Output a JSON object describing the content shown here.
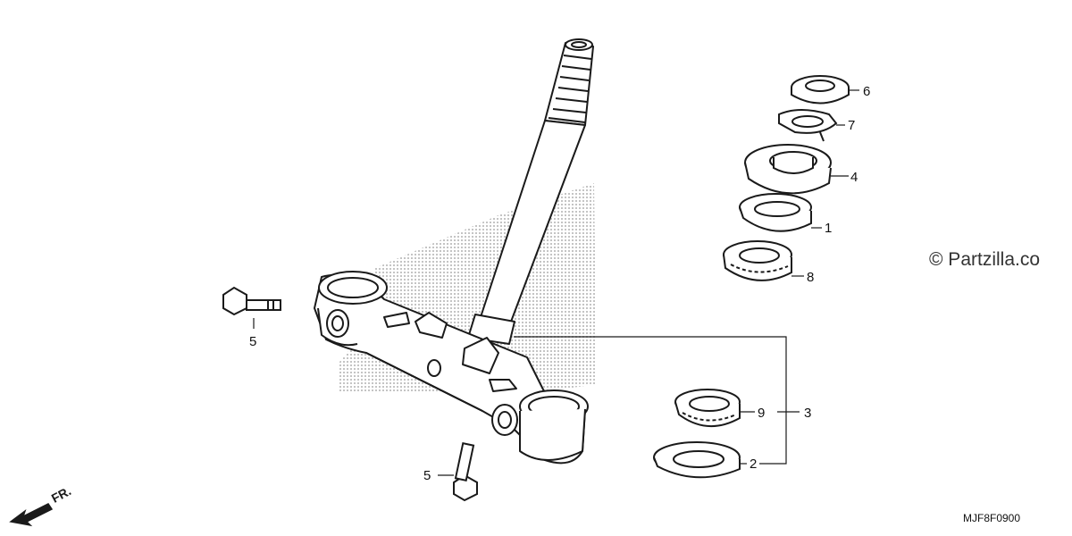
{
  "callouts": [
    {
      "label": "6"
    },
    {
      "label": "7"
    },
    {
      "label": "4"
    },
    {
      "label": "1"
    },
    {
      "label": "8"
    },
    {
      "label": "9"
    },
    {
      "label": "3"
    },
    {
      "label": "2"
    },
    {
      "label": "5"
    },
    {
      "label": "5"
    }
  ],
  "watermark": "© Partzilla.co",
  "diagram_code": "MJF8F0900",
  "front_arrow_label": "FR.",
  "colors": {
    "line": "#1a1a1a",
    "shading": "#c8c8c8"
  }
}
